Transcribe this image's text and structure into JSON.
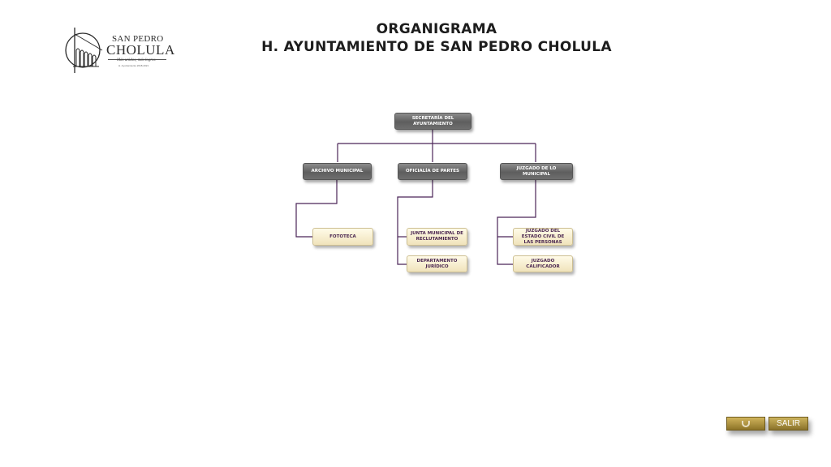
{
  "header": {
    "title_line1": "ORGANIGRAMA",
    "title_line2": "H. AYUNTAMIENTO DE SAN PEDRO CHOLULA"
  },
  "logo": {
    "line1": "SAN PEDRO",
    "line2": "CHOLULA",
    "tagline": "Más unidos, más logros",
    "sub": "H. Ayuntamiento 2018-2021"
  },
  "org": {
    "root": "SECRETARÍA DEL AYUNTAMIENTO",
    "archivo": "ARCHIVO MUNICIPAL",
    "oficialia": "OFICIALÍA DE PARTES",
    "juzgado": "JUZGADO DE LO MUNICIPAL",
    "fototeca": "FOTOTECA",
    "junta": "JUNTA MUNICIPAL DE RECLUTAMIENTO",
    "departamento": "DEPARTAMENTO JURÍDICO",
    "juzgado_civil": "JUZGADO DEL ESTADO CIVIL DE LAS PERSONAS",
    "juzgado_calificador": "JUZGADO CALIFICADOR"
  },
  "nav": {
    "back_icon": "u-turn-icon",
    "exit_label": "SALIR"
  },
  "colors": {
    "connector": "#4b2458",
    "grey_box": "#6e6e6e",
    "cream_box": "#f4e8c4",
    "button_gold": "#a98b34"
  }
}
